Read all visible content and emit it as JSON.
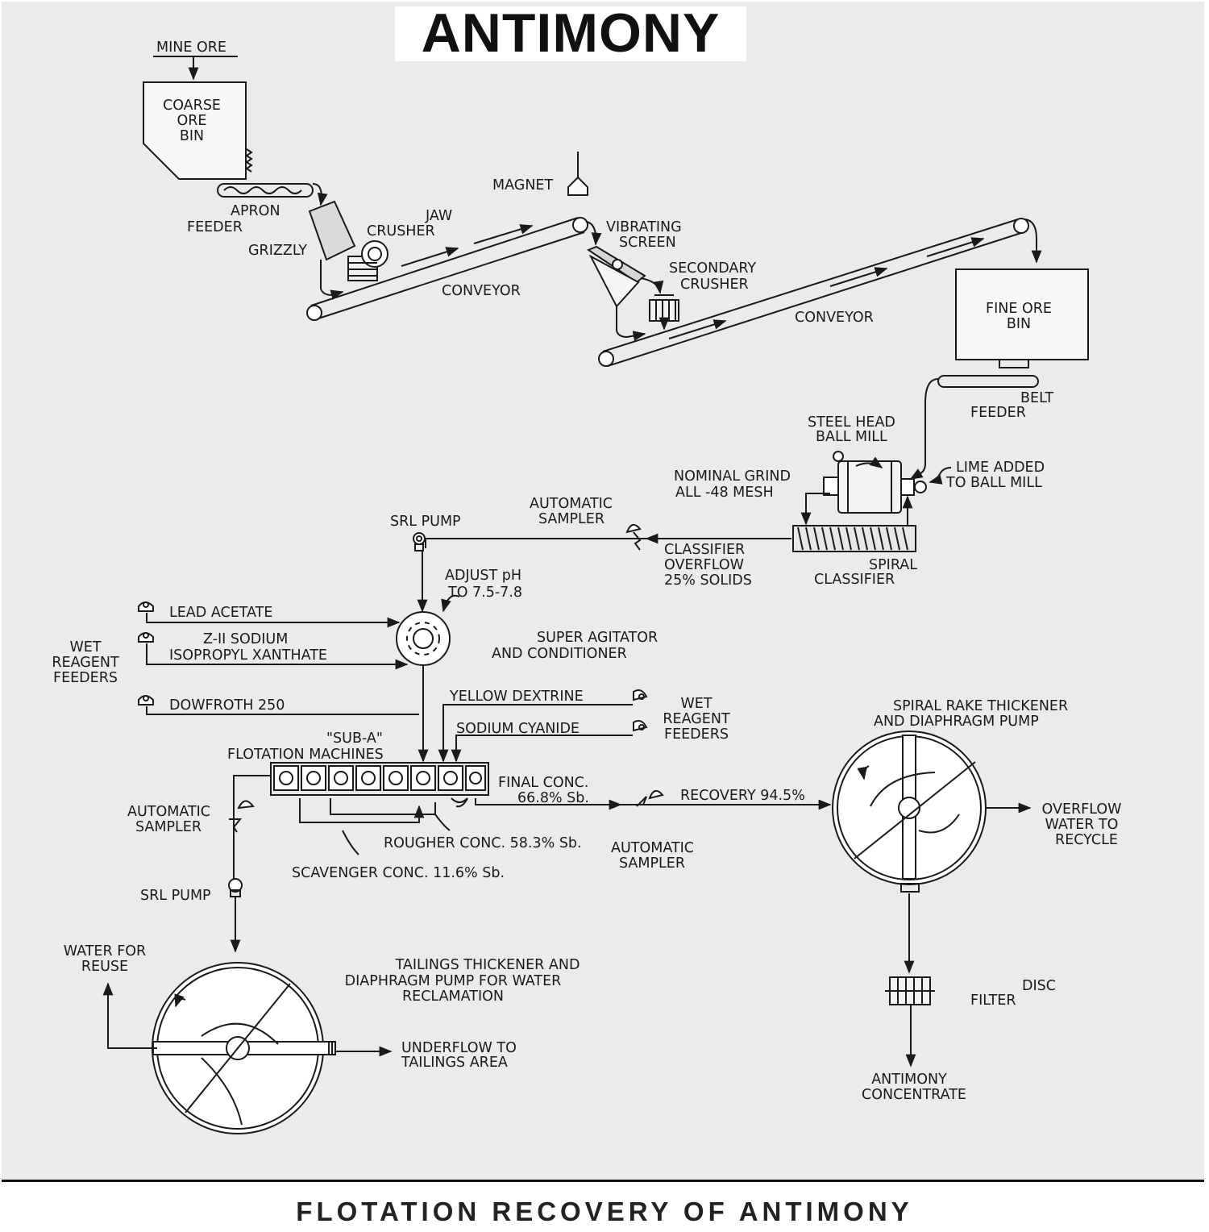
{
  "title": "ANTIMONY",
  "caption": "FLOTATION RECOVERY OF ANTIMONY",
  "labels": {
    "mine_ore": "MINE ORE",
    "coarse_ore_bin": [
      "COARSE",
      "ORE",
      "BIN"
    ],
    "apron_feeder": [
      "APRON",
      "FEEDER"
    ],
    "grizzly": "GRIZZLY",
    "jaw_crusher": [
      "JAW",
      "CRUSHER"
    ],
    "conveyor_1": "CONVEYOR",
    "magnet": "MAGNET",
    "vibrating_screen": [
      "VIBRATING",
      "SCREEN"
    ],
    "secondary_crusher": [
      "SECONDARY",
      "CRUSHER"
    ],
    "conveyor_2": "CONVEYOR",
    "fine_ore_bin": [
      "FINE ORE",
      "BIN"
    ],
    "belt_feeder": [
      "BELT",
      "FEEDER"
    ],
    "steel_head_ball_mill": [
      "STEEL HEAD",
      "BALL MILL"
    ],
    "nominal_grind": [
      "NOMINAL GRIND",
      "ALL -48 MESH"
    ],
    "lime_added": [
      "LIME ADDED",
      "TO BALL MILL"
    ],
    "automatic_sampler_1": [
      "AUTOMATIC",
      "SAMPLER"
    ],
    "srl_pump_1": "SRL PUMP",
    "classifier_overflow": [
      "CLASSIFIER",
      "OVERFLOW",
      "25% SOLIDS"
    ],
    "spiral_classifier": [
      "SPIRAL",
      "CLASSIFIER"
    ],
    "adjust_ph": [
      "ADJUST pH",
      "TO 7.5-7.8"
    ],
    "lead_acetate": "LEAD ACETATE",
    "z11_xanthate": [
      "Z-II SODIUM",
      "ISOPROPYL XANTHATE"
    ],
    "wet_reagent_feeders_left": [
      "WET",
      "REAGENT",
      "FEEDERS"
    ],
    "super_agitator": [
      "SUPER AGITATOR",
      "AND CONDITIONER"
    ],
    "dowfroth": "DOWFROTH 250",
    "yellow_dextrine": "YELLOW DEXTRINE",
    "sodium_cyanide": "SODIUM CYANIDE",
    "wet_reagent_feeders_right": [
      "WET",
      "REAGENT",
      "FEEDERS"
    ],
    "sub_a_flotation": [
      "\"SUB-A\"",
      "FLOTATION MACHINES"
    ],
    "final_conc": [
      "FINAL CONC.",
      "66.8% Sb."
    ],
    "recovery": "RECOVERY 94.5%",
    "spiral_rake_thickener": [
      "SPIRAL RAKE THICKENER",
      "AND DIAPHRAGM PUMP"
    ],
    "overflow_water": [
      "OVERFLOW",
      "WATER TO",
      "RECYCLE"
    ],
    "automatic_sampler_2": [
      "AUTOMATIC",
      "SAMPLER"
    ],
    "rougher_conc": "ROUGHER CONC. 58.3% Sb.",
    "automatic_sampler_3": [
      "AUTOMATIC",
      "SAMPLER"
    ],
    "scavenger_conc": "SCAVENGER CONC. 11.6% Sb.",
    "srl_pump_2": "SRL PUMP",
    "water_for_reuse": [
      "WATER FOR",
      "REUSE"
    ],
    "tailings_thickener": [
      "TAILINGS THICKENER AND",
      "DIAPHRAGM PUMP FOR WATER",
      "RECLAMATION"
    ],
    "underflow": [
      "UNDERFLOW TO",
      "TAILINGS AREA"
    ],
    "disc_filter": [
      "DISC",
      "FILTER"
    ],
    "antimony_concentrate": [
      "ANTIMONY",
      "CONCENTRATE"
    ]
  }
}
